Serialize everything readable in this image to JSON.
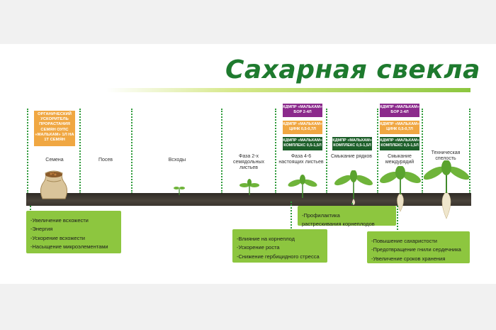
{
  "title": "Сахарная свекла",
  "stages": [
    {
      "label": "Семена"
    },
    {
      "label": "Посев"
    },
    {
      "label": "Всходы"
    },
    {
      "label": "Фаза 2-х семядольных листьев"
    },
    {
      "label": "Фаза 4-6 настоящих листьев"
    },
    {
      "label": "Смыкание рядков"
    },
    {
      "label": "Смыкание междурядий"
    },
    {
      "label": "Техническая спелость"
    }
  ],
  "seed_product": "ОРГАНИЧЕСКИЙ УСКОРИТЕЛЬ ПРОРАСТАНИЯ СЕМЯН ОУПС «МАЛЬХАМ» 1Л НА 1Т СЕМЯН",
  "products": {
    "bor": "КДМПР «МАЛЬХАМ» БОР 2-4Л",
    "zinc": "КДМПР «МАЛЬХАМ» ЦИНК 0,5-0,7Л",
    "complex": "КДМПР «МАЛЬХАМ» КОМПЛЕКС 0,5-1,5Л"
  },
  "callouts": {
    "seeds": [
      "-Увеличение всхожести",
      "-Энергия",
      "-Ускорение всхожести",
      "-Насыщение микроэлементами"
    ],
    "phase46": [
      "-Влияние на корнеплод",
      "-Ускорение роста",
      "-Снижение гербицидного стресса"
    ],
    "rows": [
      "-Профилактика",
      "растрескивания корнеплодов"
    ],
    "interrows": [
      "-Повышение сахаристости",
      "-Предотвращение гнили сердечника",
      "-Увеличение сроков хранения"
    ]
  },
  "colors": {
    "title": "#1e7a2e",
    "callout": "#8dc63f",
    "bor": "#8b2a8c",
    "zinc": "#f0a742",
    "complex": "#1d5f2a",
    "seed_product": "#f0a742"
  },
  "icons": [
    "seed-sack-icon",
    "sprout-icon",
    "beet-plant-icon"
  ]
}
